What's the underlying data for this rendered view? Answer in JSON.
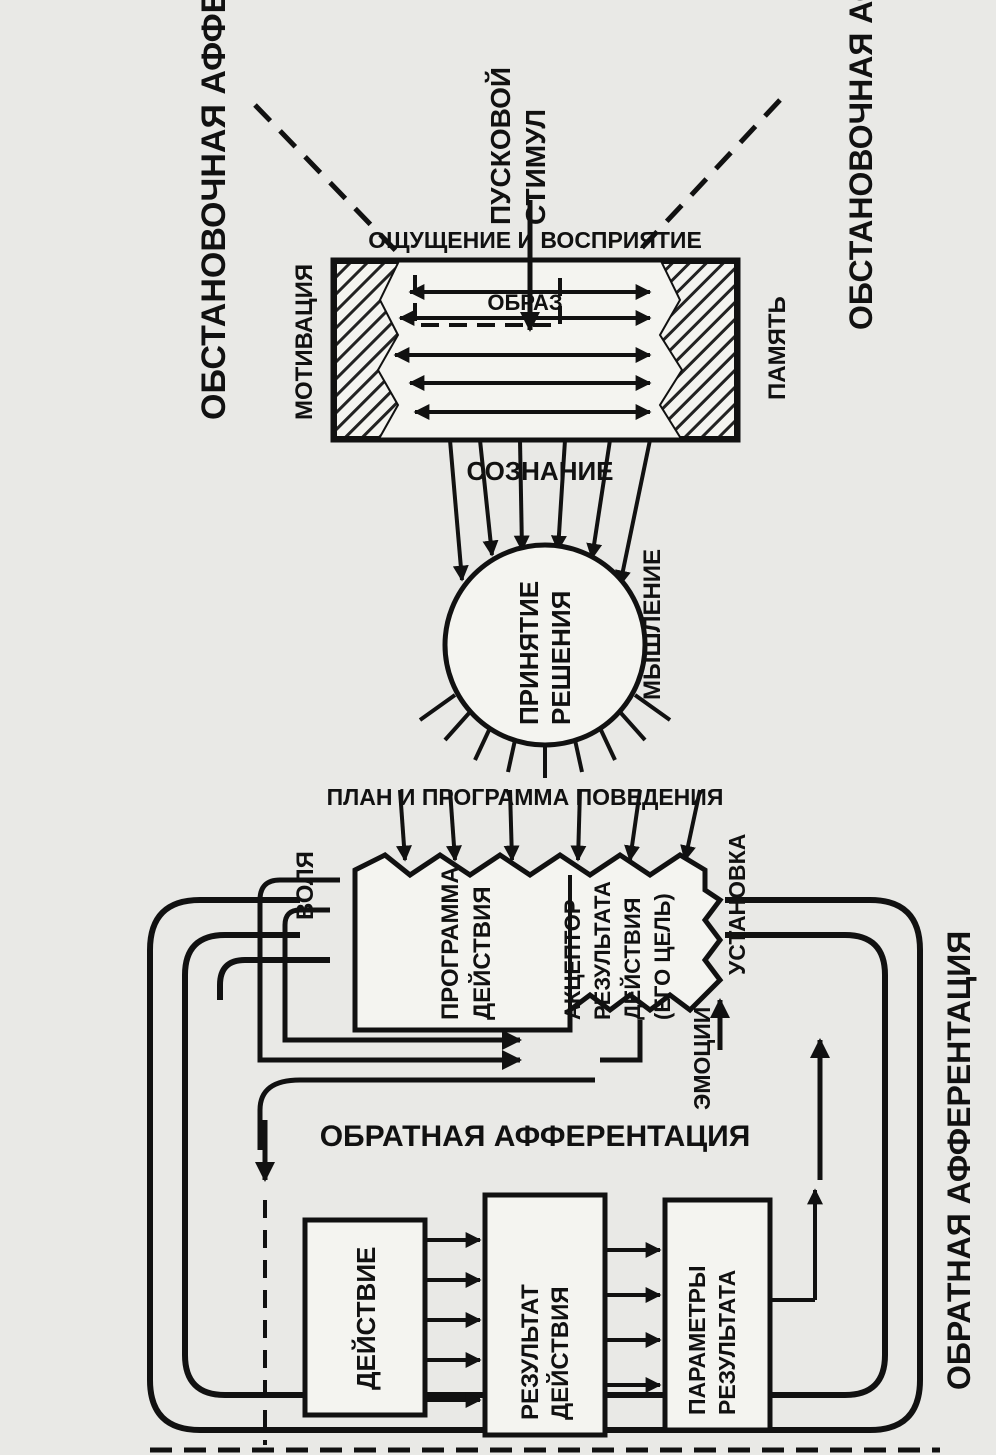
{
  "diagram": {
    "labels": {
      "situational_afferentation_left": "ОБСТАНОВОЧНАЯ АФФЕРЕНТАЦИЯ",
      "situational_afferentation_right": "ОБСТАНОВОЧНАЯ АФФЕРЕНТАЦИЯ",
      "trigger_stimulus_line1": "ПУСКОВОЙ",
      "trigger_stimulus_line2": "СТИМУЛ",
      "sensation_perception": "ОЩУЩЕНИЕ И ВОСПРИЯТИЕ",
      "image": "ОБРАЗ",
      "motivation": "МОТИВАЦИЯ",
      "memory": "ПАМЯТЬ",
      "consciousness": "СОЗНАНИЕ",
      "decision_line1": "ПРИНЯТИЕ",
      "decision_line2": "РЕШЕНИЯ",
      "thinking": "МЫШЛЕНИЕ",
      "plan_program": "ПЛАН И ПРОГРАММА ПОВЕДЕНИЯ",
      "will": "ВОЛЯ",
      "action_program_line1": "ПРОГРАММА",
      "action_program_line2": "ДЕЙСТВИЯ",
      "acceptor_line1": "АКЦЕПТОР",
      "acceptor_line2": "РЕЗУЛЬТАТА",
      "acceptor_line3": "ДЕЙСТВИЯ",
      "acceptor_line4": "(ЕГО ЦЕЛЬ)",
      "attitude": "УСТАНОВКА",
      "emotions": "ЭМОЦИИ",
      "feedback_afferentation": "ОБРАТНАЯ АФФЕРЕНТАЦИЯ",
      "feedback_afferentation_right": "ОБРАТНАЯ АФФЕРЕНТАЦИЯ",
      "action": "ДЕЙСТВИЕ",
      "result_line1": "РЕЗУЛЬТАТ",
      "result_line2": "ДЕЙСТВИЯ",
      "params_line1": "ПАРАМЕТРЫ",
      "params_line2": "РЕЗУЛЬТАТА"
    }
  }
}
